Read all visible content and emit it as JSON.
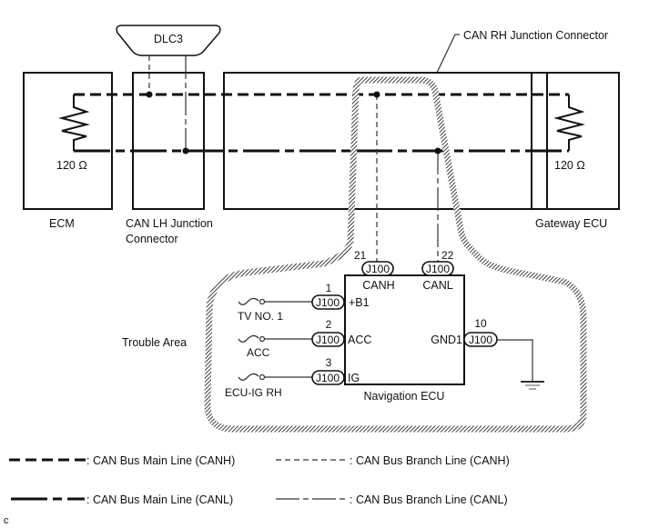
{
  "diagram": {
    "dlc": "DLC3",
    "rh_junction_label": "CAN RH Junction Connector",
    "ecm": {
      "label": "ECM",
      "resistor": "120 Ω"
    },
    "lh_junction": {
      "line1": "CAN LH Junction",
      "line2": "Connector"
    },
    "gateway": {
      "label": "Gateway ECU",
      "resistor": "120 Ω"
    },
    "trouble_area": "Trouble Area",
    "navigation_ecu": {
      "label": "Navigation ECU",
      "pins": {
        "canh": {
          "num": "21",
          "connector": "J100",
          "name": "CANH"
        },
        "canl": {
          "num": "22",
          "connector": "J100",
          "name": "CANL"
        },
        "b1": {
          "num": "1",
          "connector": "J100",
          "name": "+B1",
          "fuse": "TV NO. 1"
        },
        "acc": {
          "num": "2",
          "connector": "J100",
          "name": "ACC",
          "fuse": "ACC"
        },
        "ig": {
          "num": "3",
          "connector": "J100",
          "name": "IG",
          "fuse": "ECU-IG RH"
        },
        "gnd": {
          "num": "10",
          "connector": "J100",
          "name": "GND1"
        }
      }
    }
  },
  "legend": [
    {
      "style": "canh-main",
      "text": ": CAN Bus Main Line (CANH)"
    },
    {
      "style": "canh-branch",
      "text": ": CAN Bus Branch Line (CANH)"
    },
    {
      "style": "canl-main",
      "text": ": CAN Bus Main Line (CANL)"
    },
    {
      "style": "canl-branch",
      "text": ": CAN Bus Branch Line (CANL)"
    }
  ],
  "footer_code": "c"
}
